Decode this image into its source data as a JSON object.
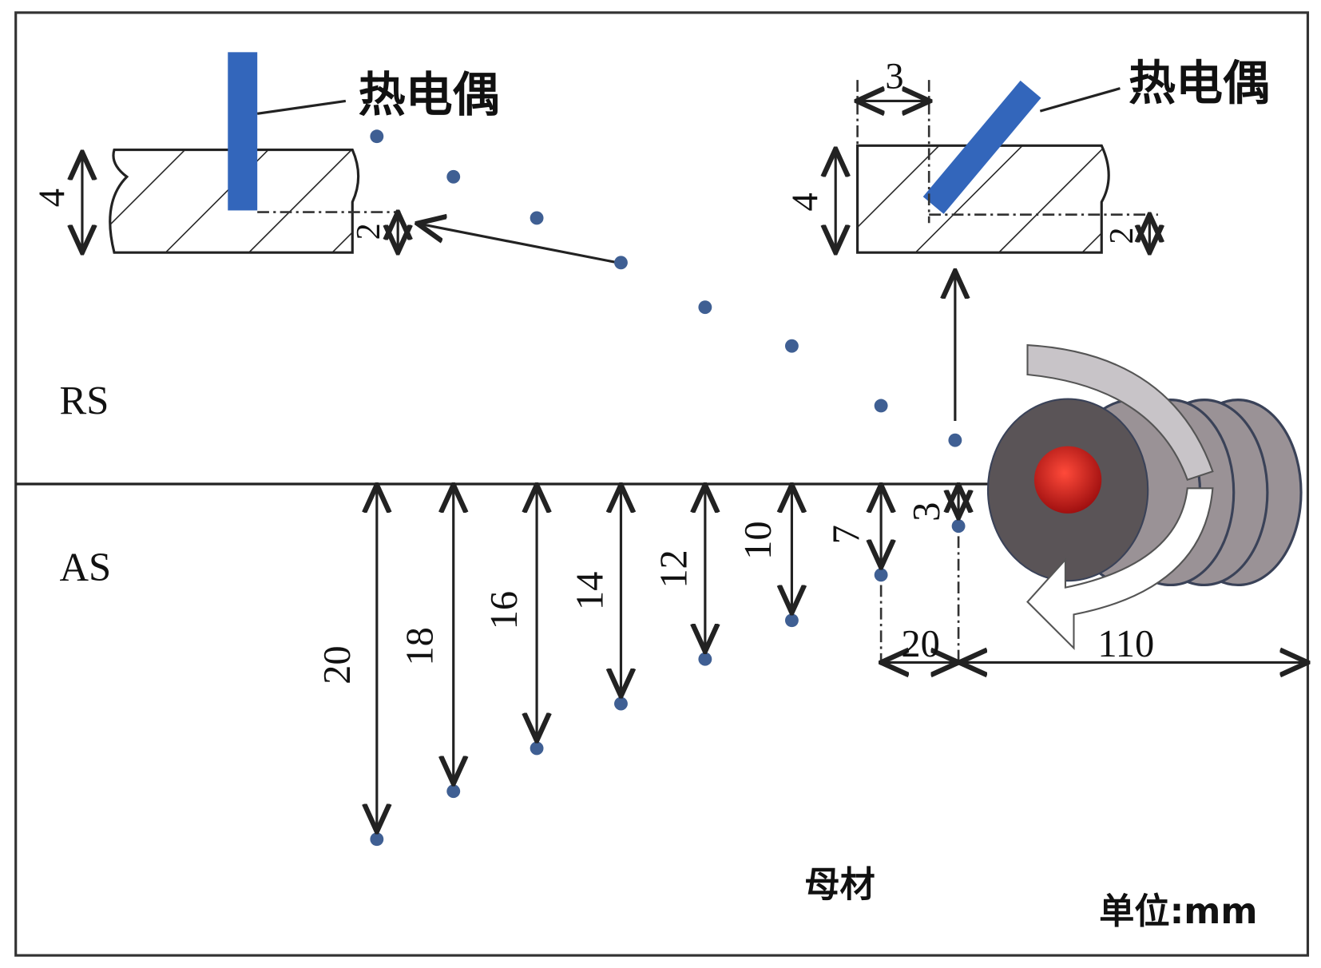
{
  "labels": {
    "thermocouple_left": "热电偶",
    "thermocouple_right": "热电偶",
    "rs": "RS",
    "as": "AS",
    "base_metal": "母材",
    "unit": "单位:mm"
  },
  "dimensions": {
    "left_thickness": "4",
    "left_depth": "2",
    "right_thickness": "4",
    "right_depth": "2",
    "right_offset": "3",
    "spacing": "20",
    "tool_distance": "110",
    "as_offsets": [
      "20",
      "18",
      "16",
      "14",
      "12",
      "10",
      "7",
      "3"
    ]
  },
  "colors": {
    "dot": "#3f5f93",
    "thermocouple": "#3366bb",
    "tool": "#5a5457",
    "pin": "#e02020"
  }
}
